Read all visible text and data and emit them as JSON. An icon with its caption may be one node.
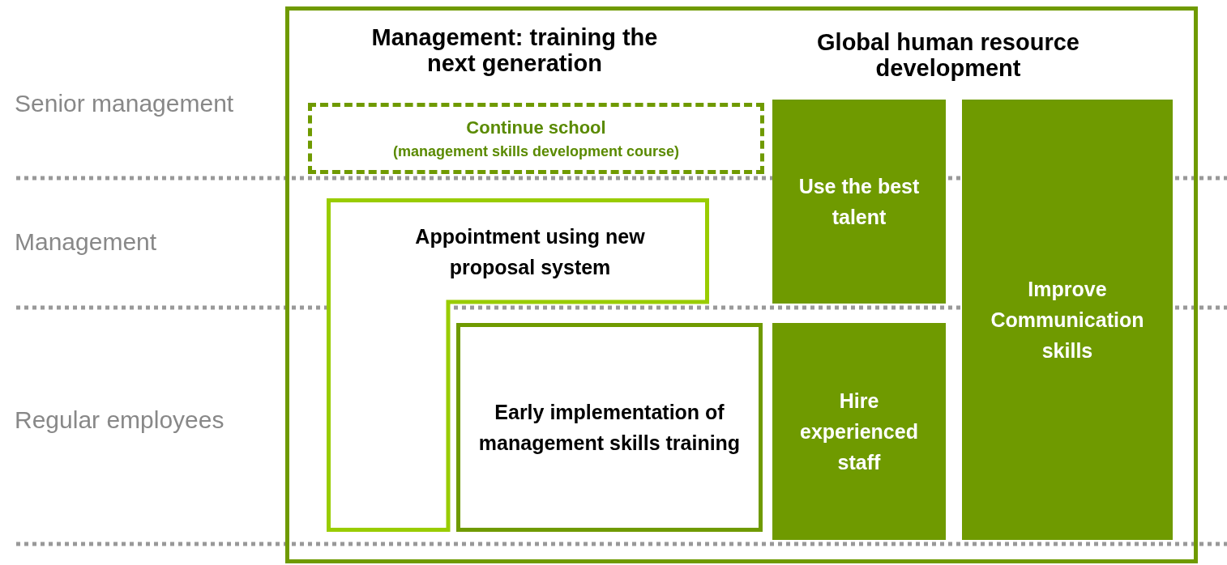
{
  "diagram": {
    "nodes": [
      {
        "text": [],
        "shape": "box"
      },
      {
        "text": [
          "Continue school",
          "(management skills development course)"
        ],
        "in": 0
      },
      {
        "text": [
          "Appointment using new proposal system"
        ],
        "in": 0
      },
      {
        "text": [
          "Early implementation of management skills training"
        ],
        "in": 0
      },
      {
        "text": [
          "Use the best talent"
        ],
        "in": 0
      },
      {
        "text": [
          "Hire experienced staff"
        ],
        "in": 0
      },
      {
        "text": [
          "Improve Communication skills"
        ],
        "in": 0
      }
    ],
    "edges": [],
    "labels": [
      "Management: training the next generation",
      "Global human resource development",
      "Senior management",
      "Management",
      "Regular employees"
    ]
  }
}
